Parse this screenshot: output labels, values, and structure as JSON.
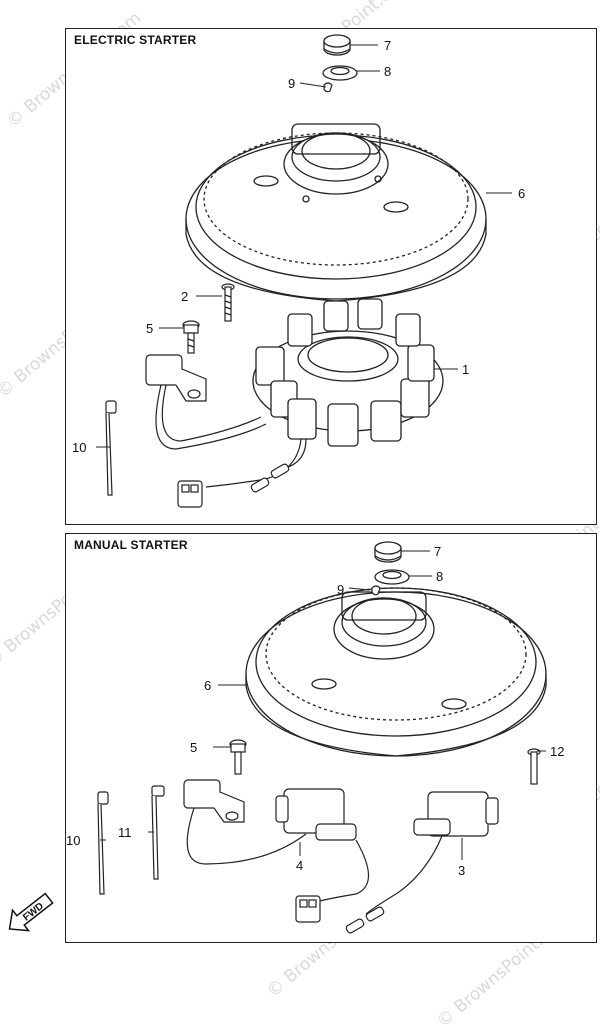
{
  "watermark": "© BrownsPoint.com",
  "panels": {
    "electric": {
      "title": "ELECTRIC STARTER"
    },
    "manual": {
      "title": "MANUAL STARTER"
    }
  },
  "callouts": {
    "electric": {
      "c1": "1",
      "c2": "2",
      "c5": "5",
      "c6": "6",
      "c7": "7",
      "c8": "8",
      "c9": "9",
      "c10": "10"
    },
    "manual": {
      "c3": "3",
      "c4": "4",
      "c5": "5",
      "c6": "6",
      "c7": "7",
      "c8": "8",
      "c9": "9",
      "c10": "10",
      "c11": "11",
      "c12": "12"
    }
  },
  "fwd_label": "FWD"
}
